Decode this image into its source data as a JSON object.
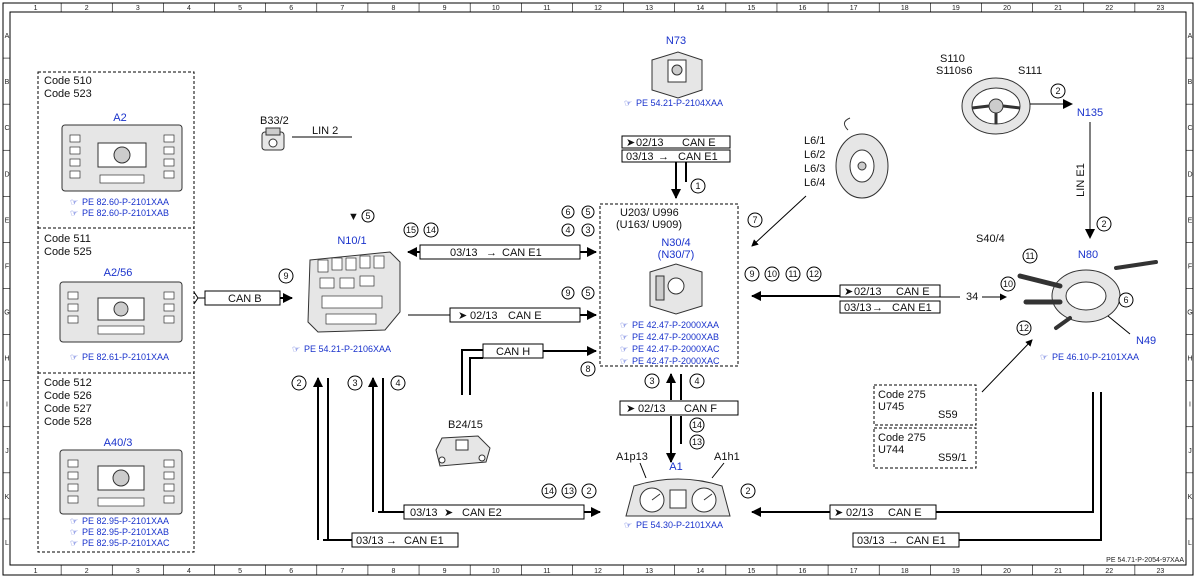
{
  "footer_ref": "PE 54.71-P-2054-97XAA",
  "grid": {
    "columns": [
      "1",
      "2",
      "3",
      "4",
      "5",
      "6",
      "7",
      "8",
      "9",
      "10",
      "11",
      "12",
      "13",
      "14",
      "15",
      "16",
      "17",
      "18",
      "19",
      "20",
      "21",
      "22",
      "23"
    ],
    "rows": [
      "A",
      "B",
      "C",
      "D",
      "E",
      "F",
      "G",
      "H",
      "I",
      "J",
      "K",
      "L"
    ]
  },
  "radios": [
    {
      "codes": [
        "Code 510",
        "Code 523"
      ],
      "name": "A2",
      "refs": [
        "PE 82.60-P-2101XAA",
        "PE 82.60-P-2101XAB"
      ]
    },
    {
      "codes": [
        "Code 511",
        "Code 525"
      ],
      "name": "A2/56",
      "refs": [
        "PE 82.61-P-2101XAA"
      ]
    },
    {
      "codes": [
        "Code 512",
        "Code 526",
        "Code 527",
        "Code 528"
      ],
      "name": "A40/3",
      "refs": [
        "PE 82.95-P-2101XAA",
        "PE 82.95-P-2101XAB",
        "PE 82.95-P-2101XAC"
      ]
    }
  ],
  "b33": {
    "name": "B33/2",
    "bus": "LIN 2"
  },
  "n10": {
    "name": "N10/1",
    "ref": "PE 54.21-P-2106XAA",
    "mark": "5"
  },
  "n73": {
    "name": "N73",
    "ref": "PE 54.21-P-2104XAA",
    "bus1": "02/13",
    "bus1_label": "CAN E",
    "bus2": "03/13",
    "bus2_label": "CAN E1",
    "mark": "1"
  },
  "n30": {
    "title1": "U203/ U996",
    "title2": "(U163/ U909)",
    "name": "N30/4",
    "name2": "(N30/7)",
    "refs": [
      "PE 42.47-P-2000XAA",
      "PE 42.47-P-2000XAB",
      "PE 42.47-P-2000XAC",
      "PE 42.47-P-2000XAC"
    ],
    "marks_top": [
      "6",
      "5",
      "4",
      "3"
    ],
    "marks_mid": [
      "9",
      "5"
    ],
    "marks_bot": "8",
    "marks_right": [
      "9",
      "10",
      "11",
      "12"
    ]
  },
  "l6": {
    "labels": [
      "L6/1",
      "L6/2",
      "L6/3",
      "L6/4"
    ],
    "mark": "7"
  },
  "s110": {
    "label1": "S110",
    "label2": "S110s6",
    "label3": "S111",
    "mark": "2",
    "target": "N135"
  },
  "bus_lin_e1": "LIN E1",
  "n80": {
    "name": "N80",
    "mark": "2",
    "s40": "S40/4",
    "s40_mark": "11",
    "pin": "34",
    "pin_mark": "10",
    "mark6": "6",
    "n49": "N49",
    "ref": "PE 46.10-P-2101XAA",
    "mark12": "12"
  },
  "codes_right": [
    {
      "code": "Code 275",
      "u": "U745",
      "s": "S59"
    },
    {
      "code": "Code 275",
      "u": "U744",
      "s": "S59/1"
    }
  ],
  "b24": {
    "name": "B24/15"
  },
  "a1": {
    "name": "A1",
    "left": "A1p13",
    "right": "A1h1",
    "ref": "PE 54.30-P-2101XAA",
    "marks": [
      "14",
      "13",
      "2"
    ],
    "mark_right": "2"
  },
  "buses": {
    "can_b": "CAN B",
    "can_e1_top_date": "03/13",
    "can_e1_top": "CAN E1",
    "can_e_mid_date": "02/13",
    "can_e_mid": "CAN E",
    "can_h": "CAN H",
    "can_f_date": "02/13",
    "can_f": "CAN F",
    "can_e2_date": "03/13",
    "can_e2": "CAN E2",
    "can_e1_bot_date": "03/13",
    "can_e1_bot": "CAN E1",
    "right_e_date": "02/13",
    "right_e": "CAN E",
    "right_e1_date": "03/13",
    "right_e1": "CAN E1",
    "br_e_date": "02/13",
    "br_e": "CAN E",
    "br_e1_date": "03/13",
    "br_e1": "CAN E1"
  },
  "marks": {
    "n10_left": "9",
    "n10_bot": [
      "2",
      "3",
      "4"
    ],
    "top_bus": [
      "15",
      "14"
    ],
    "n30_bot": [
      "3",
      "4"
    ],
    "a1_top": [
      "14",
      "13"
    ]
  }
}
